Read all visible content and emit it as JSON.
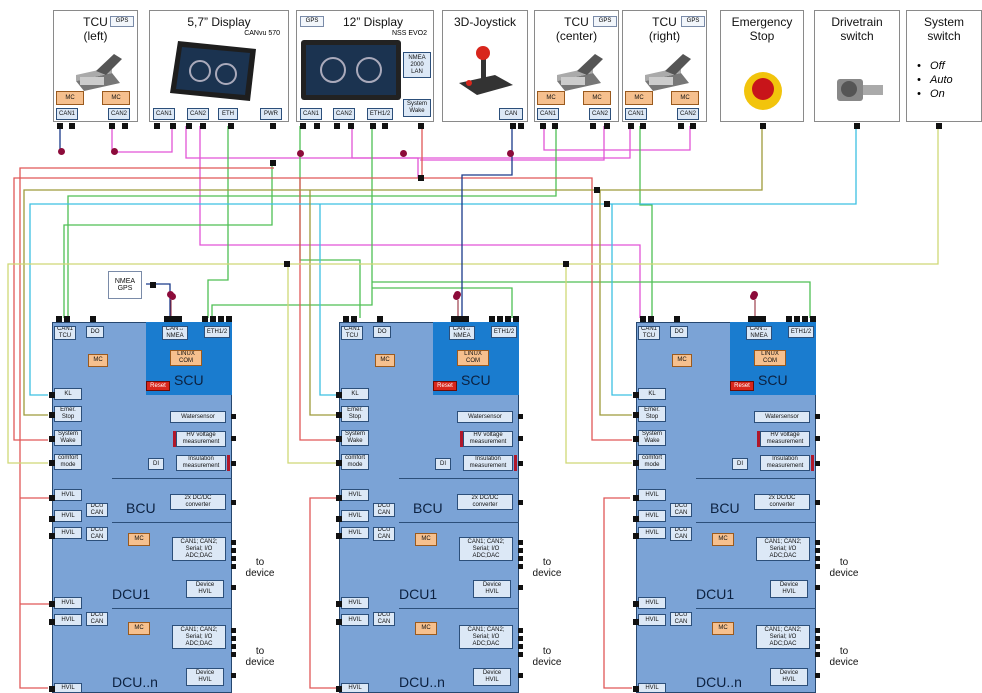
{
  "top_devices": {
    "tcu_left": {
      "title": "TCU\n(left)",
      "gps": "GPS",
      "mc": "MC",
      "mc2": "MC",
      "can1": "CAN1",
      "can2": "CAN2"
    },
    "display5": {
      "title": "5,7” Display",
      "subtitle": "CANvu 570",
      "can1": "CAN1",
      "can2": "CAN2",
      "eth": "ETH",
      "pwr": "PWR"
    },
    "display12": {
      "title": "12” Display",
      "gps": "GPS",
      "subtitle": "NSS EVO2",
      "nmea": "NMEA\n2000\nLAN",
      "can1": "CAN1",
      "can2": "CAN2",
      "eth": "ETH1/2",
      "wake": "System\nWake"
    },
    "joystick": {
      "title": "3D-Joystick",
      "can": "CAN"
    },
    "tcu_center": {
      "title": "TCU\n(center)",
      "gps": "GPS",
      "mc": "MC",
      "mc2": "MC",
      "can1": "CAN1",
      "can2": "CAN2"
    },
    "tcu_right": {
      "title": "TCU\n(right)",
      "gps": "GPS",
      "mc": "MC",
      "mc2": "MC",
      "can1": "CAN1",
      "can2": "CAN2"
    },
    "estop": {
      "title": "Emergency\nStop"
    },
    "drivetrain": {
      "title": "Drivetrain\nswitch"
    },
    "sysswitch": {
      "title": "System\nswitch",
      "options": [
        "Off",
        "Auto",
        "On"
      ]
    }
  },
  "nmea_gps": "NMEA\nGPS",
  "unit_labels": {
    "can1tcu": "CAN1\nTCU",
    "do": "DO",
    "can_nmea": "CAN↔\nNMEA",
    "eth": "ETH1/2",
    "mc": "MC",
    "linux": "LINUX\nCOM",
    "scu": "SCU",
    "reset": "Reset",
    "kl": "KL",
    "estop": "Emer.\nStop",
    "wake": "System\nWake",
    "comfort": "comfort\nmode",
    "water": "Watersensor",
    "hv": "HV voltage\nmeasurement",
    "di": "DI",
    "ins": "Insulation\nmeasurement",
    "hvil": "HVIL",
    "dcu_can": "DCU\nCAN",
    "bcu": "BCU",
    "dcdc": "2x DC/DC\nconverter",
    "can_io": "CAN1; CAN2;\nSerial; I/O\nADC;DAC",
    "dcu1": "DCU1",
    "dcun": "DCU..n",
    "device_hvil": "Device\nHVIL",
    "to_device": "to\ndevice"
  },
  "colors": {
    "unit_body": "#7ba3d6",
    "scu": "#1a7ccf",
    "label": "#dce8f6",
    "mc": "#f6c08e",
    "reset": "#d8261c",
    "wire_pink": "#e255d6",
    "wire_green": "#4fbf55",
    "wire_red": "#e05858",
    "wire_cyan": "#3cc0e2",
    "wire_yellow": "#cfd876",
    "wire_darkblue": "#1a3a8a",
    "wire_olive": "#9e9a3a"
  }
}
